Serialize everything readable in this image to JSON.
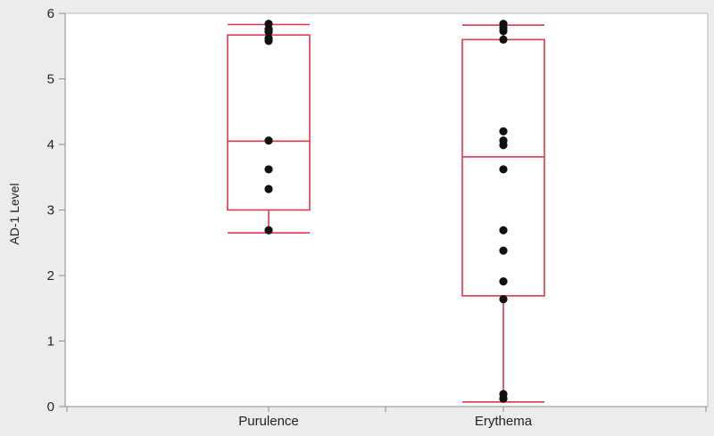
{
  "colors": {
    "background": "#ececec",
    "plot_background": "#ffffff",
    "axis": "#8a8a8a",
    "box": "#e0384c",
    "points": "#111111"
  },
  "chart_data": {
    "type": "box",
    "ylabel": "AD-1 Level",
    "xlabel": "",
    "ylim": [
      0,
      6
    ],
    "yticks": [
      0,
      1,
      2,
      3,
      4,
      5,
      6
    ],
    "grid": false,
    "categories": [
      "Purulence",
      "Erythema"
    ],
    "boxes": [
      {
        "category": "Purulence",
        "whisker_low": 2.65,
        "q1": 3.0,
        "median": 4.05,
        "q3": 5.67,
        "whisker_high": 5.83,
        "points": [
          5.84,
          5.76,
          5.72,
          5.62,
          5.58,
          4.06,
          3.62,
          3.32,
          2.69
        ]
      },
      {
        "category": "Erythema",
        "whisker_low": 0.07,
        "q1": 1.69,
        "median": 3.81,
        "q3": 5.6,
        "whisker_high": 5.82,
        "points": [
          5.84,
          5.78,
          5.73,
          5.6,
          4.2,
          4.06,
          3.99,
          3.62,
          2.69,
          2.38,
          1.91,
          1.64,
          0.19,
          0.12
        ]
      }
    ]
  }
}
